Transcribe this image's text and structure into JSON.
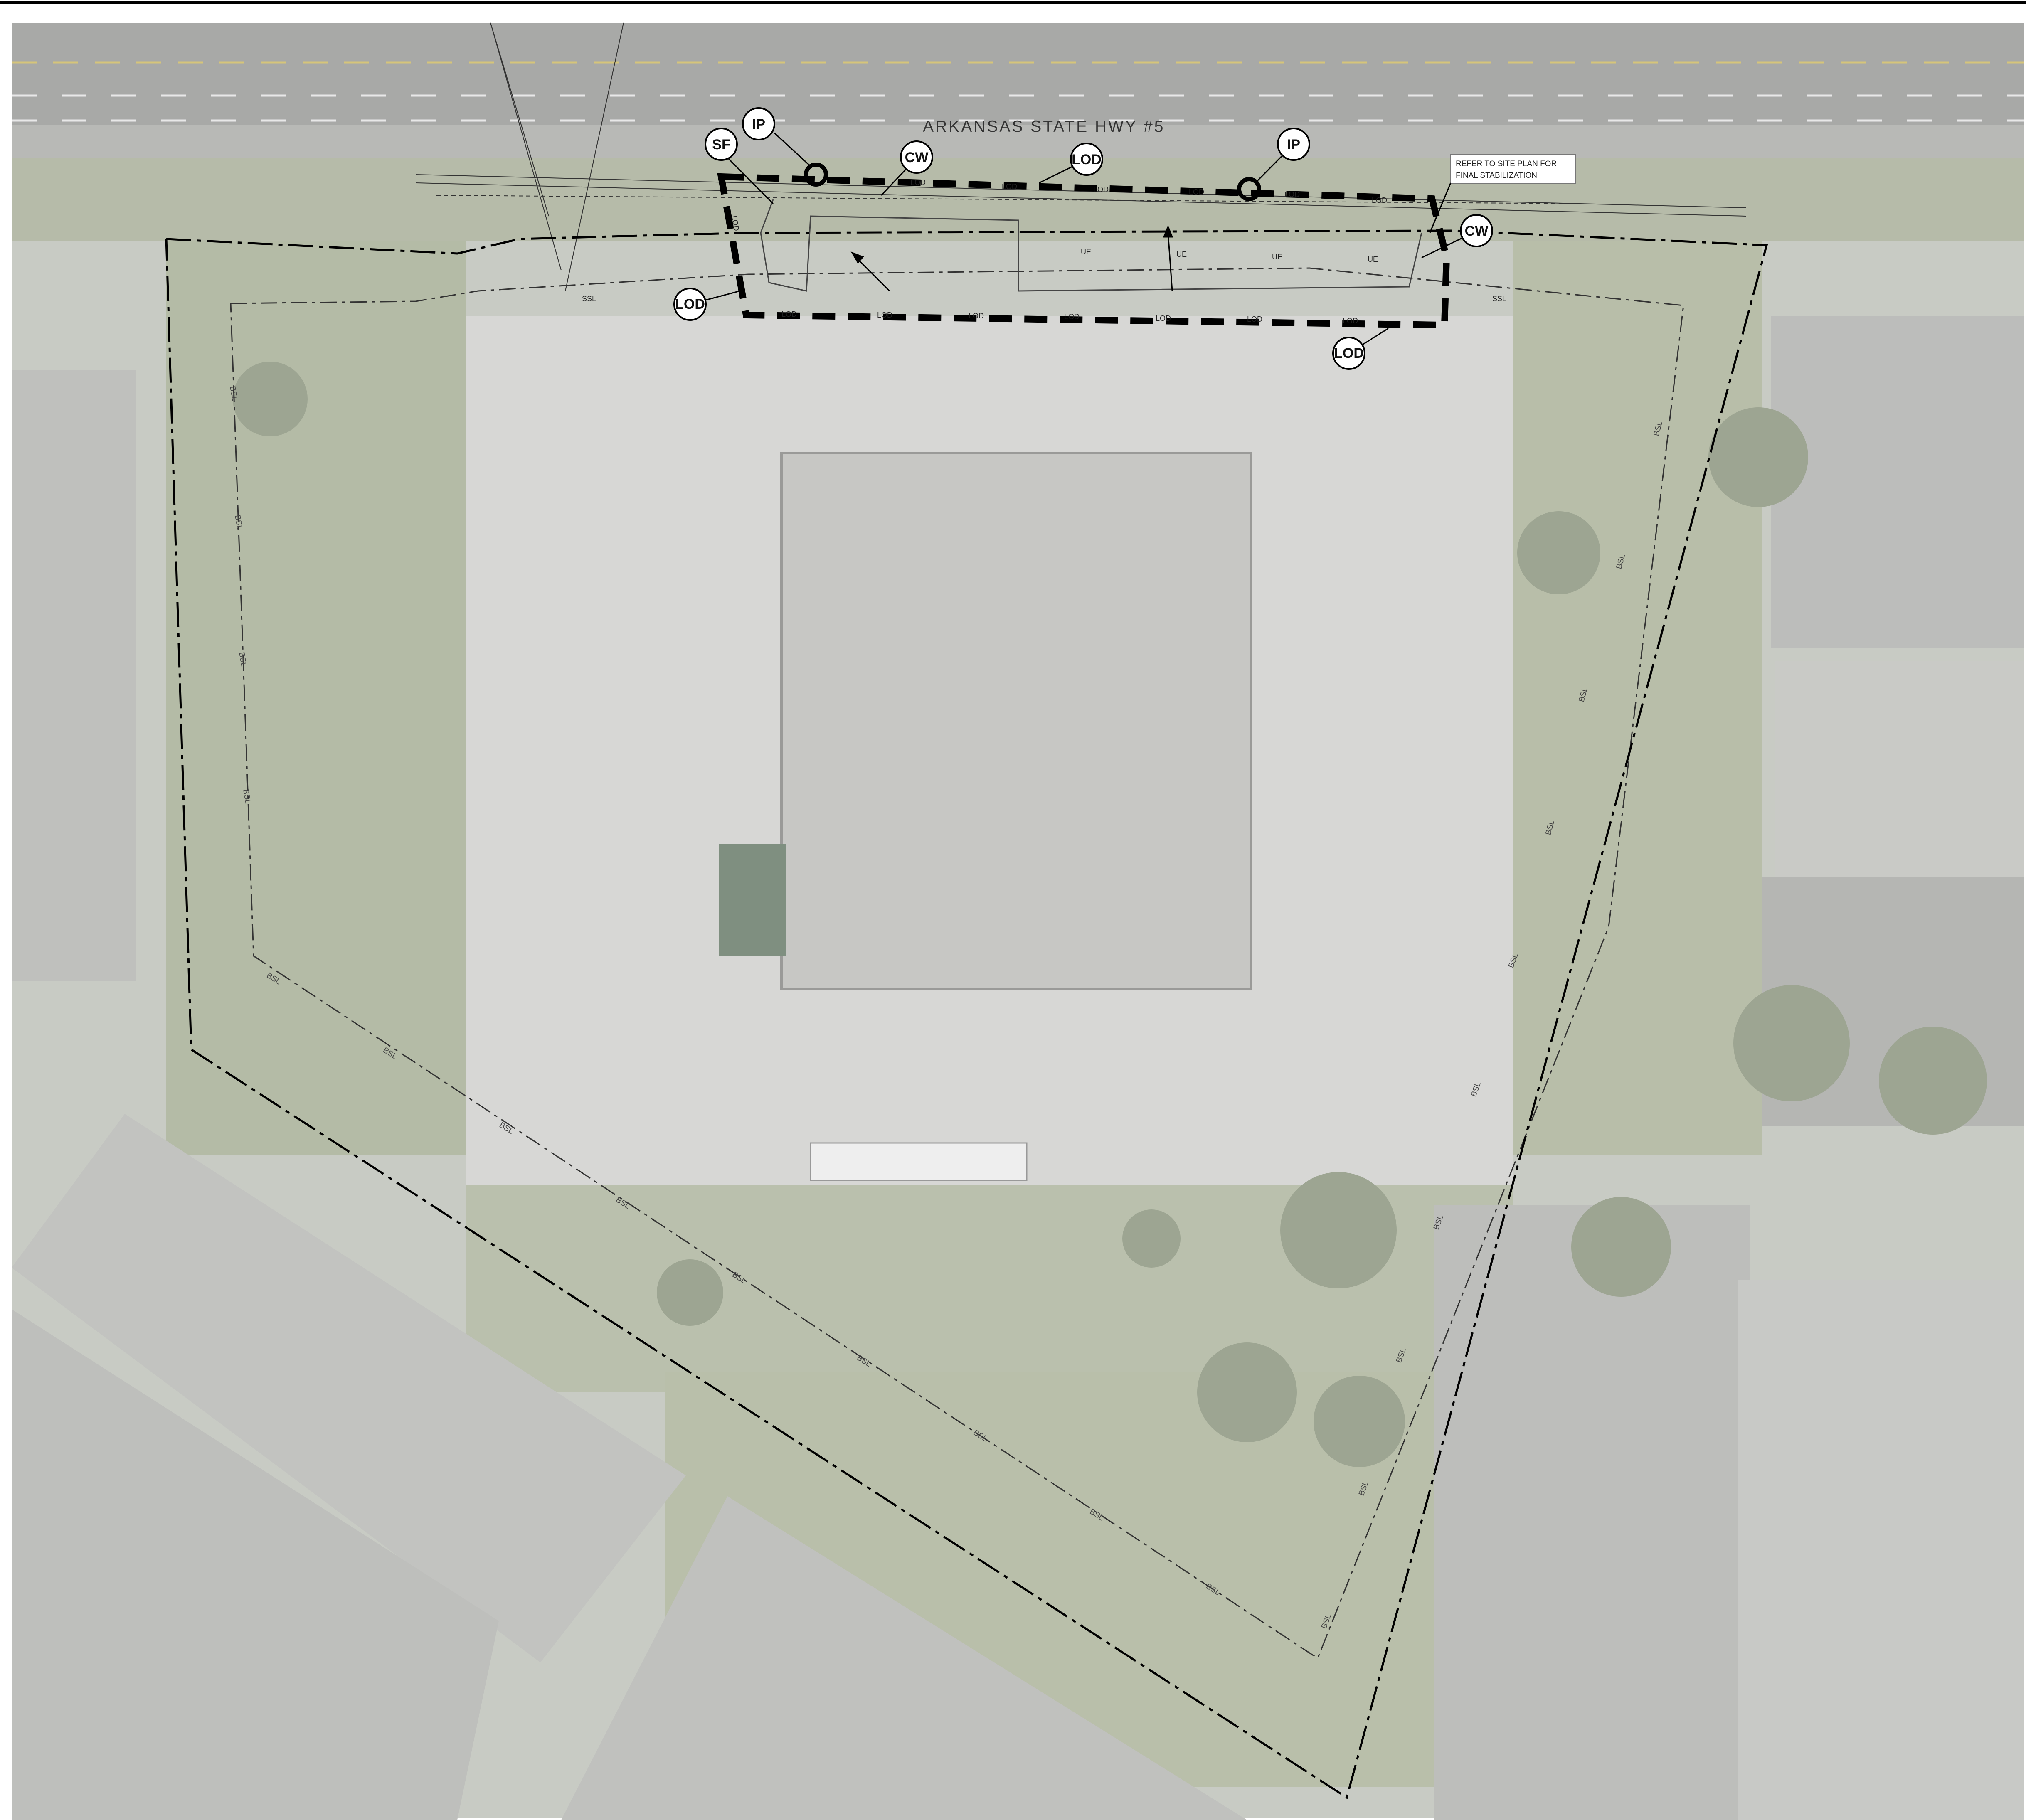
{
  "sheet": {
    "road_label": "ARKANSAS STATE HWY #5",
    "note_line1": "REFER TO SITE PLAN FOR",
    "note_line2": "FINAL STABILIZATION",
    "bsl_label": "BSL",
    "lod_label": "LOD",
    "ue_label": "UE",
    "ssl_label": "SSL"
  },
  "callouts": {
    "ip_west": "IP",
    "ip_east": "IP",
    "sf": "SF",
    "cw_west": "CW",
    "cw_east": "CW",
    "lod_top": "LOD",
    "lod_left": "LOD",
    "lod_bottom": "LOD"
  },
  "colors": {
    "aerial_base": "#cfd1cc",
    "parking_lot": "#d9d9d7",
    "building_roof": "#c9c9c6",
    "grass": "#b9bfae",
    "road": "#a9aaa8",
    "lod_line": "#000000",
    "property_line": "#000000"
  }
}
